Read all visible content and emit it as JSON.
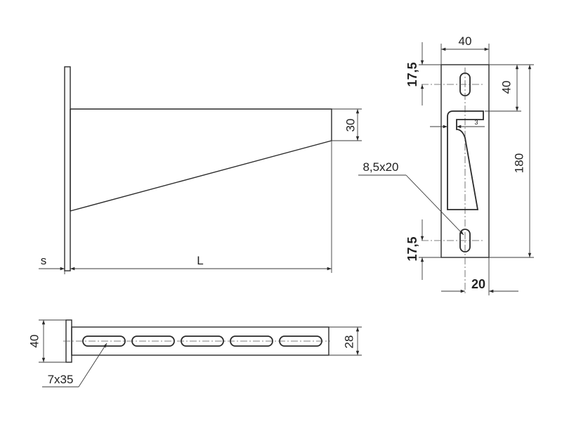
{
  "side_view": {
    "dim_thickness": "s",
    "dim_length": "L",
    "dim_tip_height": "30"
  },
  "bottom_view": {
    "dim_flange": "40",
    "dim_width": "28",
    "slot_callout": "7x35"
  },
  "end_view": {
    "dim_width": "40",
    "dim_top_slot": "17,5",
    "dim_top_offset": "40",
    "dim_height": "180",
    "dim_wall": "3",
    "slot_callout": "8,5x20",
    "dim_bottom_slot": "17,5",
    "dim_slot_center": "20"
  }
}
